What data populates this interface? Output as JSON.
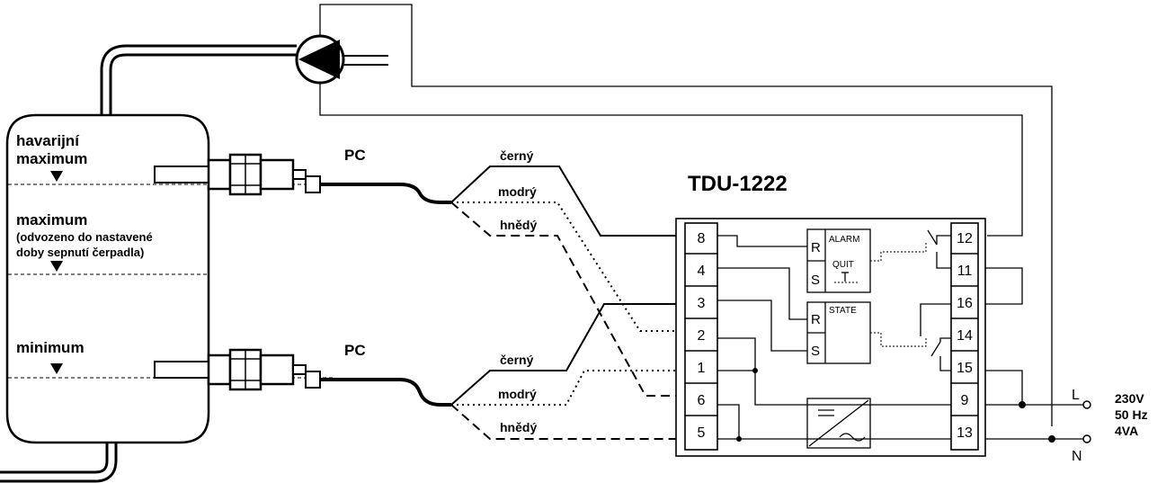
{
  "device": {
    "name": "TDU-1222"
  },
  "tank": {
    "levels": {
      "emergency_max": [
        "havarijní",
        "maximum"
      ],
      "maximum": "maximum",
      "maximum_note": [
        "(odvozeno do nastavené",
        "doby sepnutí čerpadla)"
      ],
      "minimum": "minimum"
    }
  },
  "cable": {
    "label": "PC",
    "wires": [
      "černý",
      "modrý",
      "hnědý"
    ]
  },
  "left_terminals": [
    "8",
    "4",
    "3",
    "2",
    "1",
    "6",
    "5"
  ],
  "right_terminals": [
    "12",
    "11",
    "16",
    "14",
    "15",
    "9",
    "13"
  ],
  "blocks": {
    "alarm": {
      "r": "R",
      "s": "S",
      "title": "ALARM",
      "quit": "QUIT"
    },
    "state": {
      "r": "R",
      "s": "S",
      "title": "STATE"
    }
  },
  "supply": {
    "line": "L",
    "neutral": "N",
    "spec": [
      "230V",
      "50 Hz",
      "4VA"
    ]
  }
}
